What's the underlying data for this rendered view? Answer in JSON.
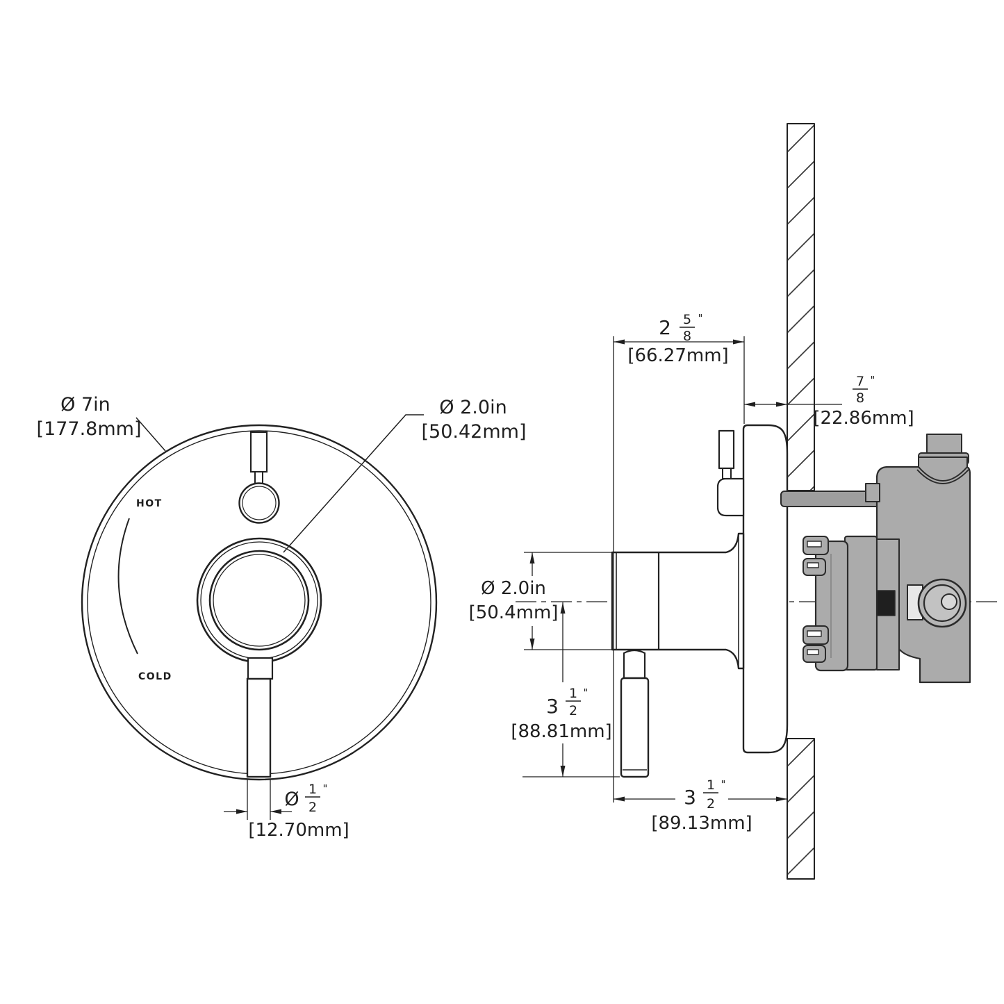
{
  "drawing": {
    "front_view": {
      "plate_diameter_in": "Ø 7in",
      "plate_diameter_mm": "[177.8mm]",
      "knob_diameter_in": "Ø 2.0in",
      "knob_diameter_mm": "[50.42mm]",
      "hot_label": "HOT",
      "cold_label": "COLD",
      "handle_diameter": {
        "prefix": "Ø",
        "num": "1",
        "den": "2",
        "unit": "\"",
        "metric": "[12.70mm]"
      }
    },
    "side_view": {
      "trim_depth": {
        "whole": "2",
        "num": "5",
        "den": "8",
        "unit": "\"",
        "metric": "[66.27mm]"
      },
      "plate_thickness": {
        "num": "7",
        "den": "8",
        "unit": "\"",
        "metric": "[22.86mm]"
      },
      "knob_diameter_in": "Ø 2.0in",
      "knob_diameter_mm": "[50.4mm]",
      "handle_length": {
        "whole": "3",
        "num": "1",
        "den": "2",
        "unit": "\"",
        "metric": "[88.81mm]"
      },
      "knob_projection": {
        "whole": "3",
        "num": "1",
        "den": "2",
        "unit": "\"",
        "metric": "[89.13mm]"
      }
    },
    "colors": {
      "line": "#222222",
      "valve_gray": "#ababab",
      "background": "#ffffff"
    }
  }
}
